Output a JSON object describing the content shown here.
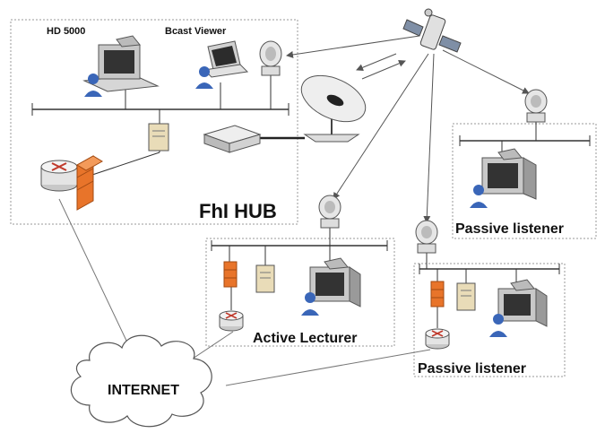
{
  "labels": {
    "hd5000": "HD 5000",
    "bcast_viewer": "Bcast Viewer",
    "hub": "FhI HUB",
    "active_lecturer": "Active Lecturer",
    "passive_listener_top": "Passive listener",
    "passive_listener_bottom": "Passive listener",
    "internet": "INTERNET"
  },
  "colors": {
    "box_border": "#9a9a9a",
    "line": "#555555",
    "firewall": "#e8742a",
    "router": "#c0392b",
    "person": "#3a66b8",
    "server": "#e9dcb8"
  },
  "icons": [
    "satellite-icon",
    "satellite-dish-icon",
    "workstation-icon",
    "laptop-icon",
    "server-icon",
    "firewall-icon",
    "router-icon",
    "receiver-box-icon",
    "user-icon",
    "cloud-icon"
  ]
}
